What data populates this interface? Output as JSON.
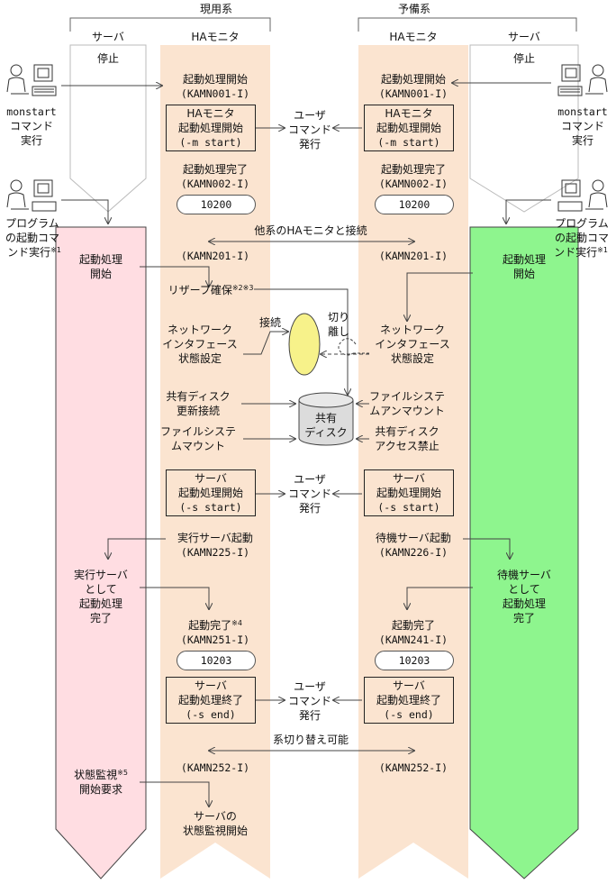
{
  "headers": {
    "active_system": "現用系",
    "standby_system": "予備系"
  },
  "columns": {
    "server": "サーバ",
    "ha_monitor": "HAモニタ"
  },
  "left_server": {
    "status": "停止"
  },
  "right_server": {
    "status": "停止"
  },
  "left_operator": {
    "line1": "monstart",
    "line2": "コマンド",
    "line3": "実行"
  },
  "right_operator": {
    "line1": "monstart",
    "line2": "コマンド",
    "line3": "実行"
  },
  "left_program": {
    "line1": "プログラム",
    "line2": "の起動コマ",
    "line3": "ンド実行",
    "note": "※1"
  },
  "right_program": {
    "line1": "プログラム",
    "line2": "の起動コマ",
    "line3": "ンド実行",
    "note": "※1"
  },
  "ha_left": {
    "start_begin": "起動処理開始",
    "start_begin_code": "(KAMN001-I)",
    "box1_l1": "HAモニタ",
    "box1_l2": "起動処理開始",
    "box1_l3": "(-m start)",
    "start_done": "起動処理完了",
    "start_done_code": "(KAMN002-I)",
    "pill1": "10200",
    "kamn201": "(KAMN201-I)",
    "reserve": "リザーブ確保",
    "reserve_note": "※2※3",
    "nw1": "ネットワーク",
    "nw2": "インタフェース",
    "nw3": "状態設定",
    "disk_connect1": "共有ディスク",
    "disk_connect2": "更新接続",
    "fs_mount1": "ファイルシステ",
    "fs_mount2": "ムマウント",
    "box2_l1": "サーバ",
    "box2_l2": "起動処理開始",
    "box2_l3": "(-s start)",
    "exec_start": "実行サーバ起動",
    "exec_code": "(KAMN225-I)",
    "done": "起動完了",
    "done_note": "※4",
    "done_code": "(KAMN251-I)",
    "pill2": "10203",
    "box3_l1": "サーバ",
    "box3_l2": "起動処理終了",
    "box3_l3": "(-s end)",
    "kamn252": "(KAMN252-I)",
    "monitor1": "サーバの",
    "monitor2": "状態監視開始"
  },
  "ha_right": {
    "start_begin": "起動処理開始",
    "start_begin_code": "(KAMN001-I)",
    "box1_l1": "HAモニタ",
    "box1_l2": "起動処理開始",
    "box1_l3": "(-m start)",
    "start_done": "起動処理完了",
    "start_done_code": "(KAMN002-I)",
    "pill1": "10200",
    "kamn201": "(KAMN201-I)",
    "nw1": "ネットワーク",
    "nw2": "インタフェース",
    "nw3": "状態設定",
    "fs_unmount1": "ファイルシステ",
    "fs_unmount2": "ムアンマウント",
    "disk_deny1": "共有ディスク",
    "disk_deny2": "アクセス禁止",
    "box2_l1": "サーバ",
    "box2_l2": "起動処理開始",
    "box2_l3": "(-s start)",
    "standby_start": "待機サーバ起動",
    "standby_code": "(KAMN226-I)",
    "done": "起動完了",
    "done_code": "(KAMN241-I)",
    "pill2": "10203",
    "box3_l1": "サーバ",
    "box3_l2": "起動処理終了",
    "box3_l3": "(-s end)",
    "kamn252": "(KAMN252-I)"
  },
  "left_process": {
    "start1": "起動処理",
    "start2": "開始",
    "exec1": "実行サーバ",
    "exec2": "として",
    "exec3": "起動処理",
    "exec4": "完了",
    "monitor_req1": "状態監視",
    "monitor_req_note": "※5",
    "monitor_req2": "開始要求"
  },
  "right_process": {
    "start1": "起動処理",
    "start2": "開始",
    "standby1": "待機サーバ",
    "standby2": "として",
    "standby3": "起動処理",
    "standby4": "完了"
  },
  "center": {
    "user_cmd1": "ユーザ",
    "user_cmd2": "コマンド",
    "user_cmd3": "発行",
    "connect_other": "他系のHAモニタと接続",
    "connect": "接続",
    "isolate1": "切り",
    "isolate2": "離し",
    "disk1": "共有",
    "disk2": "ディスク",
    "switch_ok": "系切り替え可能"
  },
  "colors": {
    "ha_band": "#fbe4d0",
    "left_server_band": "#ffdde2",
    "right_server_band": "#8ef58e",
    "stopped_band": "#ffffff",
    "disk_fill": "#dcdcdc",
    "nic_fill": "#f7f28a"
  }
}
